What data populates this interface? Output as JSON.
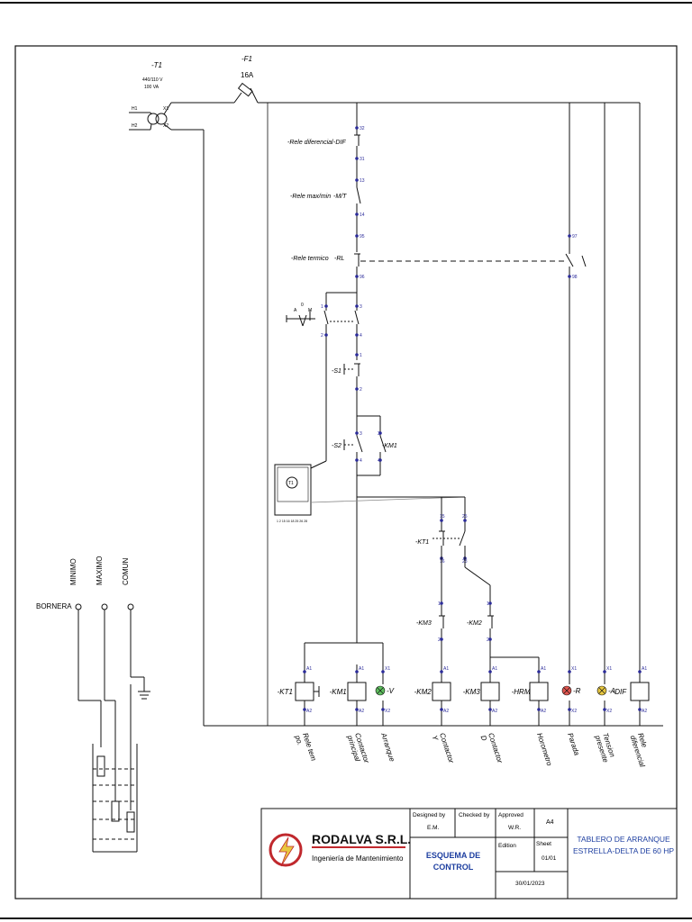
{
  "transformer": {
    "tag": "-T1",
    "voltage": "440/110 V",
    "power": "100 VA",
    "h1": "H1",
    "h2": "H2",
    "x1": "X1",
    "x2": "X2"
  },
  "fuse": {
    "tag": "-F1",
    "rating": "16A"
  },
  "devices": {
    "dif": {
      "label": "-Rele diferencial",
      "tag": "-DIF",
      "top": "32",
      "bottom": "31"
    },
    "mt": {
      "label": "-Rele max/min",
      "tag": "-M/T",
      "top": "13",
      "bottom": "14"
    },
    "rl": {
      "label": "-Rele termico",
      "tag": "-RL",
      "top": "95",
      "bottom": "96",
      "nc_top": "97",
      "nc_bottom": "98"
    },
    "s1": {
      "tag": "-S1",
      "top": "1",
      "bottom": "2"
    },
    "s2": {
      "tag": "-S2",
      "top": "3",
      "bottom": "4"
    },
    "km1_aux": {
      "tag": "-KM1",
      "top": "3",
      "bottom": "4"
    },
    "selector": {
      "a": "A",
      "o": "0",
      "m": "M",
      "p1": "1",
      "p2": "2",
      "p3": "3",
      "p4": "4"
    },
    "timer_module": {
      "label": "T1",
      "terminals": "1 2 15 16 18 25 26 28"
    },
    "kt1": {
      "tag": "-KT1",
      "c1_top": "15",
      "c1_bottom": "16",
      "c2_top": "25",
      "c2_bottom": "28"
    },
    "km3_aux": {
      "tag": "-KM3",
      "top": "1",
      "bottom": "2"
    },
    "km2_aux": {
      "tag": "-KM2",
      "top": "1",
      "bottom": "2"
    }
  },
  "coils": [
    {
      "tag": "-KT1",
      "top": "A1",
      "bottom": "A2",
      "kind": "timer",
      "caption": "Rele tem po."
    },
    {
      "tag": "-KM1",
      "top": "A1",
      "bottom": "A2",
      "kind": "coil",
      "caption": "Contactor principal"
    },
    {
      "tag": "-V",
      "top": "X1",
      "bottom": "X2",
      "kind": "lamp",
      "caption": "Arranque",
      "color": "#5fbf5f"
    },
    {
      "tag": "-KM2",
      "top": "A1",
      "bottom": "A2",
      "kind": "coil",
      "caption": "Contactor Y"
    },
    {
      "tag": "-KM3",
      "top": "A1",
      "bottom": "A2",
      "kind": "coil",
      "caption": "Contactor D"
    },
    {
      "tag": "-HRM",
      "top": "A1",
      "bottom": "A2",
      "kind": "coil",
      "caption": "Horometro"
    },
    {
      "tag": "-R",
      "top": "X1",
      "bottom": "X2",
      "kind": "lamp",
      "caption": "Parada",
      "color": "#e0554f"
    },
    {
      "tag": "-A",
      "top": "X1",
      "bottom": "X2",
      "kind": "lamp",
      "caption": "Tension presente",
      "color": "#e8c840"
    },
    {
      "tag": "-DIF",
      "top": "A1",
      "bottom": "A2",
      "kind": "coil",
      "caption": "Rele diferencial"
    }
  ],
  "bornera": {
    "label": "BORNERA",
    "terminals": [
      "MINIMO",
      "MAXIMO",
      "COMUN"
    ]
  },
  "title_block": {
    "company": "RODALVA S.R.L.",
    "subtitle": "Ingeniería de Mantenimiento",
    "designed_by_label": "Designed by",
    "designed_by": "E.M.",
    "checked_by_label": "Checked by",
    "approved_label": "Approved",
    "approved": "W.R.",
    "size": "A4",
    "doc_title": "ESQUEMA DE CONTROL",
    "edition_label": "Edition",
    "sheet_label": "Sheet",
    "sheet": "01/01",
    "date": "30/01/2023",
    "project": "TABLERO DE ARRANQUE ESTRELLA-DELTA DE 60 HP"
  },
  "colors": {
    "line": "#111111",
    "terminal": "#2b2b9a",
    "lamp_green": "#5fbf5f",
    "lamp_red": "#e0554f",
    "lamp_amber": "#e8c840",
    "logo_red": "#c0282d"
  }
}
